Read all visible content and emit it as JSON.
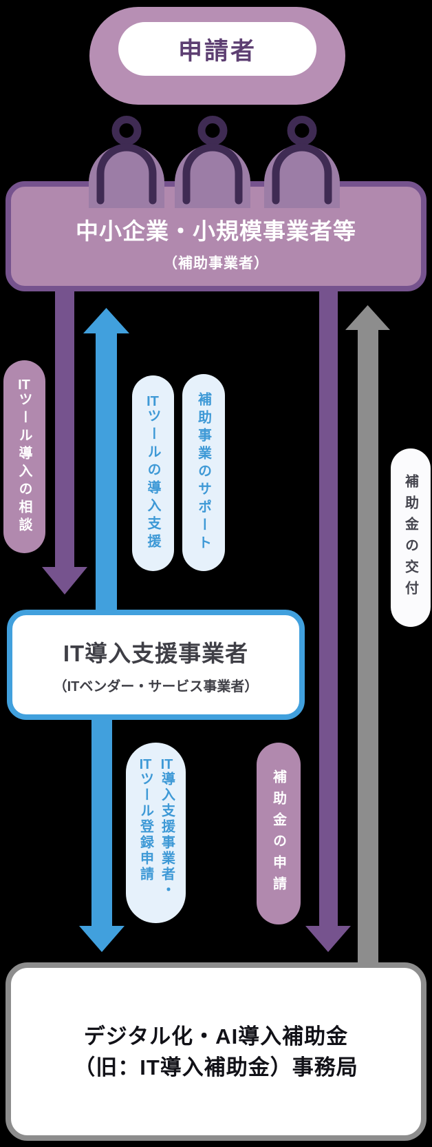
{
  "colors": {
    "bg": "#000000",
    "mauve": "#b189ae",
    "purple": "#76538e",
    "dark-person": "#3f2b53",
    "dome": "#9c7da6",
    "blue": "#41a0dd",
    "blue-text": "#3e99d6",
    "light-blue": "#e6f1fb",
    "gray": "#8d8d8d",
    "pill-white": "#fbfbfd",
    "pill-dark-text": "#45454e",
    "vendor-text": "#3f3f46",
    "office-text": "#111117",
    "applicant-outer": "#b78fb4",
    "applicant-text": "#5d3f72"
  },
  "applicant": {
    "label": "申請者"
  },
  "smb_box": {
    "title": "中小企業・小規模事業者等",
    "subtitle": "（補助事業者）"
  },
  "it_vendor_box": {
    "title": "IT導入支援事業者",
    "subtitle": "（ITベンダー・サービス事業者）"
  },
  "office_box": {
    "line1": "デジタル化・AI導入補助金",
    "line2": "（旧：IT導入補助金）事務局"
  },
  "flow_labels": {
    "consult": "ITツール導入の相談",
    "install_support": "ITツールの導入支援",
    "project_support": "補助事業のサポート",
    "grant_delivery": "補助金の交付",
    "registration": "IT導入支援事業者・ITツール登録申請",
    "grant_application": "補助金の申請"
  }
}
